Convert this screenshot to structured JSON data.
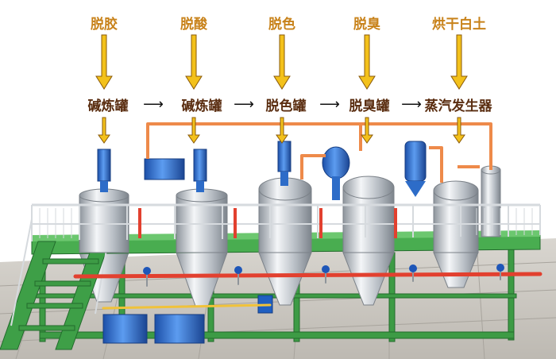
{
  "process": {
    "inputs": [
      {
        "label": "脱胶"
      },
      {
        "label": "脱酸"
      },
      {
        "label": "脱色"
      },
      {
        "label": "脱臭"
      },
      {
        "label": "烘干白土"
      }
    ],
    "stages": [
      {
        "label": "碱炼罐"
      },
      {
        "label": "碱炼罐"
      },
      {
        "label": "脱色罐"
      },
      {
        "label": "脱臭罐"
      },
      {
        "label": "蒸汽发生器"
      }
    ]
  },
  "colors": {
    "label_top": "#c8821a",
    "label_stage": "#5a2d10",
    "arrow_fill": "#f3c11b",
    "arrow_edge": "#8a5a0a",
    "frame_green": "#3d9b45",
    "pipe_orange": "#ee8a4a",
    "pipe_red": "#e2402f",
    "pump_blue": "#2f6fd0",
    "steel": "#c9cdd2"
  },
  "icons": {
    "down": "down-arrow-icon",
    "right": "right-arrow-icon"
  }
}
